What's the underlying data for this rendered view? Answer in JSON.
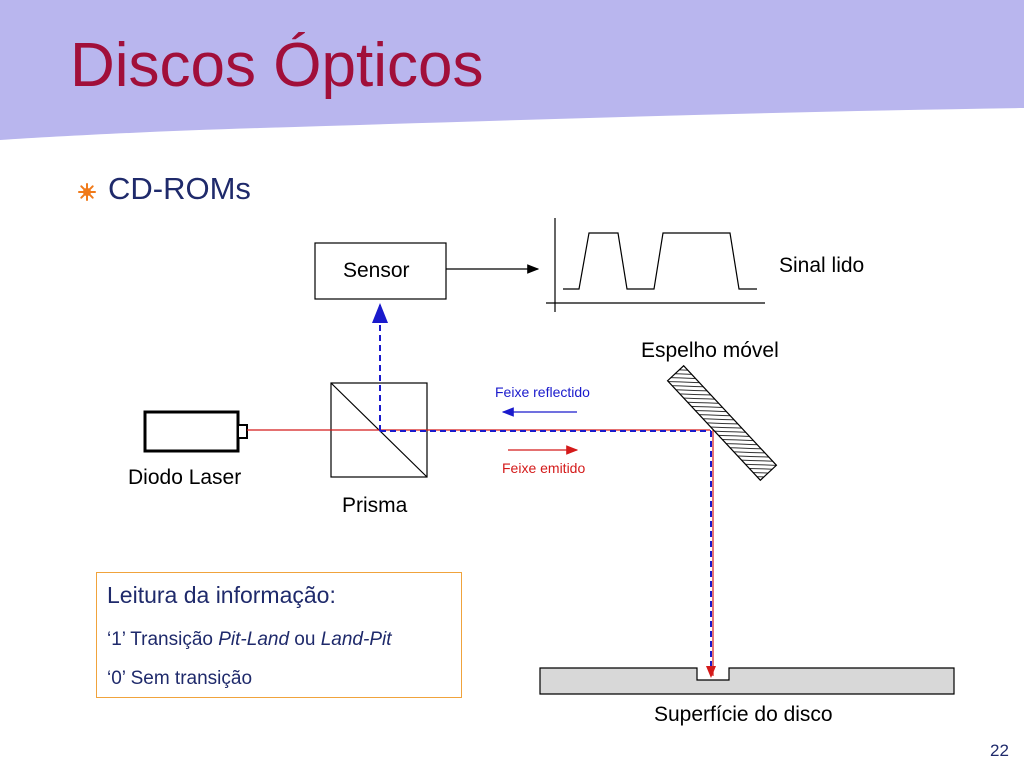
{
  "slide": {
    "title": "Discos Ópticos",
    "bullet": "CD-ROMs",
    "page_number": "22"
  },
  "colors": {
    "title_band": "#b9b6ee",
    "title_text": "#a10f3a",
    "body_text": "#1f2a6b",
    "bullet": "#f07a1a",
    "reflected_beam": "#1a1acc",
    "emitted_beam": "#d41a1a",
    "info_border": "#f0a33c",
    "disc_surface": "#d8d8d8"
  },
  "diagram": {
    "sensor_label": "Sensor",
    "signal_label": "Sinal lido",
    "mirror_label": "Espelho móvel",
    "laser_label": "Diodo Laser",
    "prism_label": "Prisma",
    "reflected_label": "Feixe reflectido",
    "emitted_label": "Feixe emitido",
    "disc_label": "Superfície do disco"
  },
  "info": {
    "title": "Leitura da informação:",
    "line1_prefix": "‘1’ Transição ",
    "line1_italic1": "Pit-Land",
    "line1_mid": " ou ",
    "line1_italic2": "Land-Pit",
    "line2": "‘0’ Sem transição"
  }
}
